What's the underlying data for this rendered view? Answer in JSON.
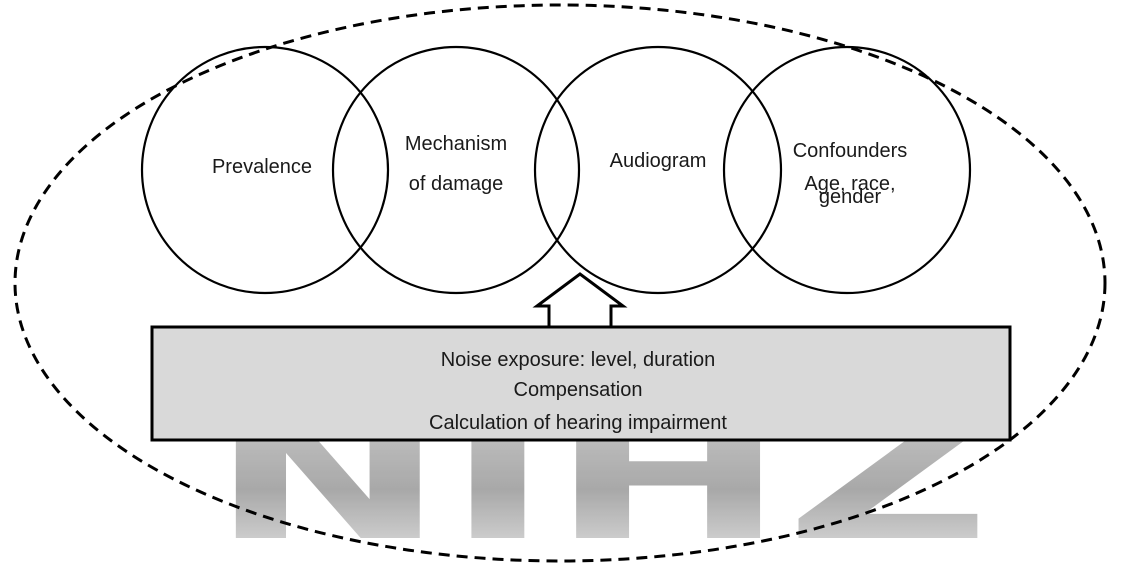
{
  "diagram": {
    "circles": [
      {
        "id": "prevalence",
        "lines": [
          "Prevalence"
        ]
      },
      {
        "id": "mechanism",
        "lines": [
          "Mechanism",
          "of damage"
        ]
      },
      {
        "id": "audiogram",
        "lines": [
          "Audiogram"
        ]
      },
      {
        "id": "confounders",
        "lines": [
          "Confounders",
          "Age, race,",
          "gender"
        ]
      }
    ],
    "box": {
      "lines": [
        "Noise exposure: level, duration",
        "Compensation",
        "Calculation of hearing impairment"
      ]
    },
    "watermark": "NIHZ",
    "colors": {
      "stroke": "#000000",
      "box_fill": "#d9d9d9",
      "watermark": "#b3b3b3",
      "text": "#1a1a1a"
    }
  }
}
